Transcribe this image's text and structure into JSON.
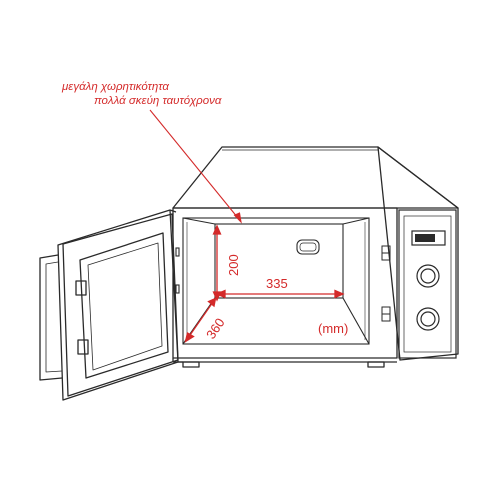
{
  "annotation": {
    "line1": "μεγάλη χωρητικότητα",
    "line2": "πολλά σκεύη ταυτόχρονα"
  },
  "dimensions": {
    "height": "200",
    "width": "335",
    "depth": "360",
    "unit": "(mm)"
  },
  "colors": {
    "outline": "#2a2a2a",
    "annotation": "#d42a2a",
    "background": "#ffffff"
  }
}
